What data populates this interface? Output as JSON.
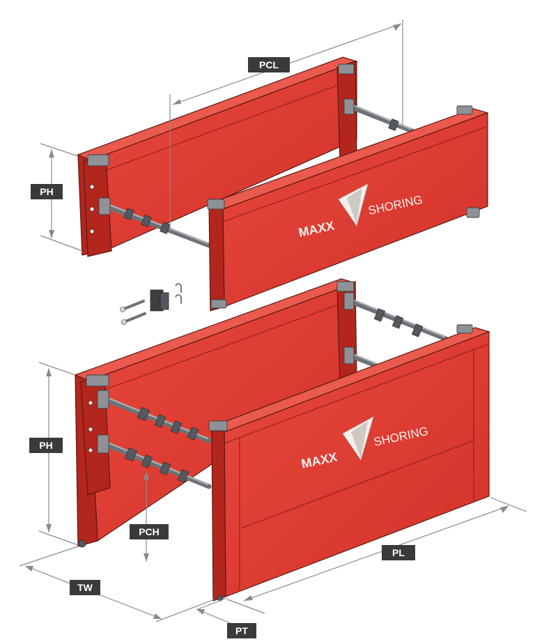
{
  "labels": {
    "pcl": "PCL",
    "ph_top": "PH",
    "ph_bottom": "PH",
    "pch": "PCH",
    "pl": "PL",
    "tw": "TW",
    "pt": "PT"
  },
  "logo": {
    "top": {
      "brand": "MAXX",
      "word": "SHORING"
    },
    "bottom": {
      "brand": "MAXX",
      "word": "SHORING"
    }
  },
  "colors": {
    "panel_red": "#df3a30",
    "label_background": "#3a3a3a",
    "label_text": "#ffffff",
    "strut_gray": "#6e7276",
    "dimension_line": "#8a8a8a"
  }
}
